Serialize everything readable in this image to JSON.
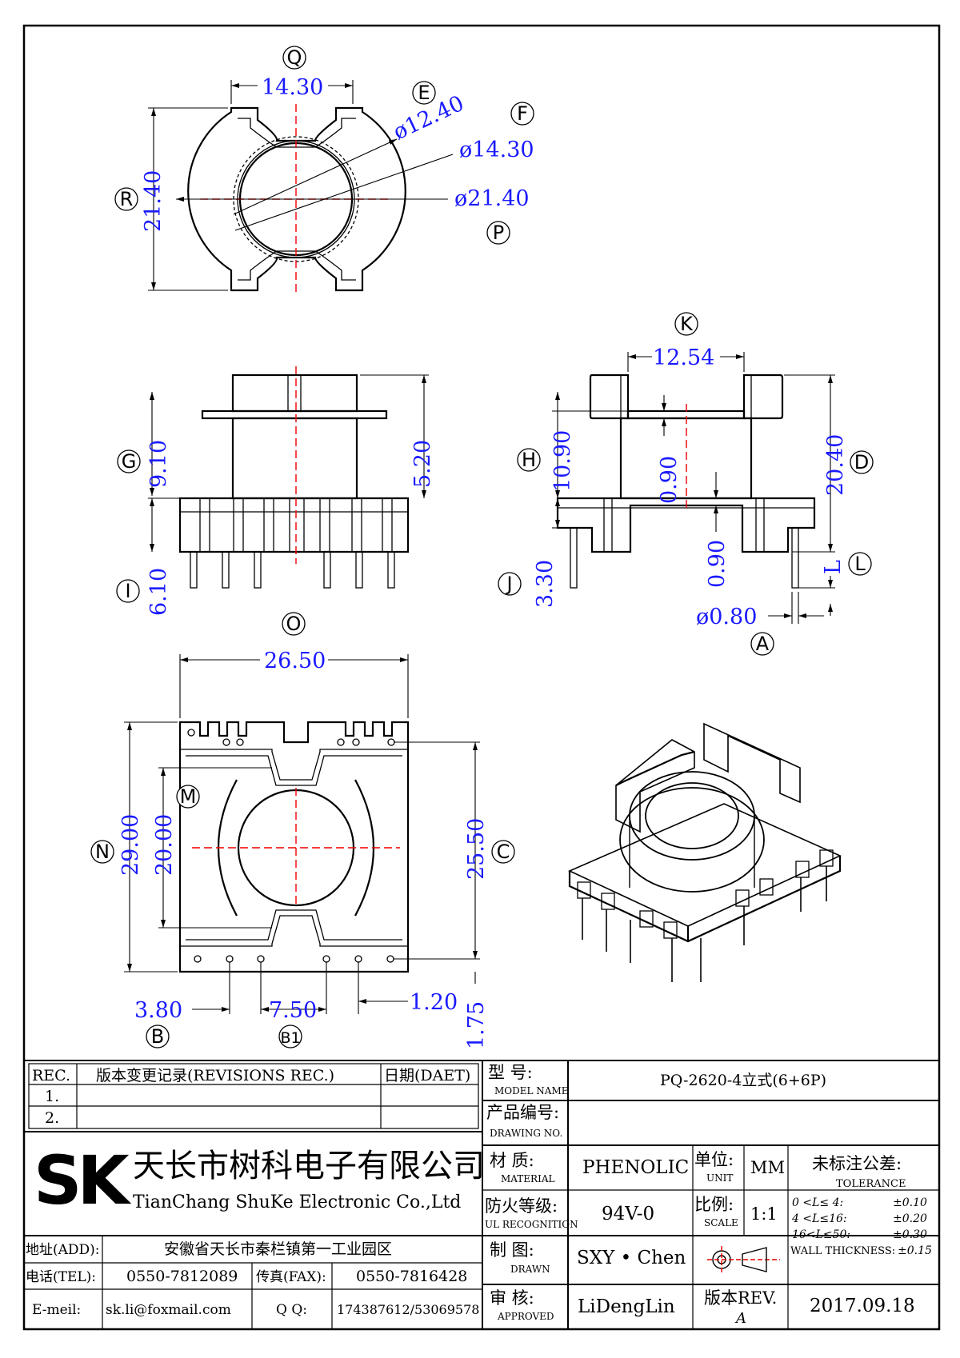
{
  "drawing": {
    "top_view": {
      "width": "14.30",
      "height": "21.40",
      "dia1": "ø12.40",
      "dia2": "ø14.30",
      "dia3": "ø21.40",
      "labels": {
        "q": "Q",
        "e": "E",
        "f": "F",
        "r": "R",
        "p": "P"
      }
    },
    "side_view": {
      "d1": "9.10",
      "d2": "5.20",
      "d3": "6.10",
      "labels": {
        "g": "G",
        "i": "I"
      }
    },
    "front_view": {
      "width": "12.54",
      "d1": "10.90",
      "d2": "0.90",
      "d3": "20.40",
      "d4": "3.30",
      "d5": "0.90",
      "d6": "L",
      "pin": "ø0.80",
      "labels": {
        "k": "K",
        "h": "H",
        "d": "D",
        "j": "J",
        "l": "L",
        "a": "A"
      }
    },
    "bottom_view": {
      "width": "26.50",
      "h1": "29.00",
      "h2": "20.00",
      "h3": "25.50",
      "p1": "3.80",
      "p2": "7.50",
      "p3": "1.20",
      "p4": "1.75",
      "labels": {
        "o": "O",
        "m": "M",
        "n": "N",
        "c": "C",
        "b": "B",
        "b1": "B1"
      }
    }
  },
  "title_block": {
    "rev_header": {
      "rec": "REC.",
      "desc": "版本变更记录(REVISIONS REC.)",
      "date": "日期(DAET)"
    },
    "rev_rows": [
      "1.",
      "2."
    ],
    "company_cn": "天长市树科电子有限公司",
    "company_en": "TianChang ShuKe Electronic Co.,Ltd",
    "logo": "SK",
    "address_label": "地址(ADD):",
    "address": "安徽省天长市秦栏镇第一工业园区",
    "tel_label": "电话(TEL):",
    "tel": "0550-7812089",
    "fax_label": "传真(FAX):",
    "fax": "0550-7816428",
    "email_label": "E-meil:",
    "email": "sk.li@foxmail.com",
    "qq_label": "Q Q:",
    "qq": "174387612/53069578",
    "model_cn": "型    号:",
    "model_en": "MODEL NAME",
    "model": "PQ-2620-4立式(6+6P)",
    "drawing_no_cn": "产品编号:",
    "drawing_no_en": "DRAWING NO.",
    "drawing_no": "",
    "material_cn": "材    质:",
    "material_en": "MATERIAL",
    "material": "PHENOLIC",
    "unit_cn": "单位:",
    "unit_en": "UNIT",
    "unit": "MM",
    "fire_cn": "防火等级:",
    "fire_en": "UL RECOGNITION",
    "fire": "94V-0",
    "scale_cn": "比例:",
    "scale_en": "SCALE",
    "scale": "1:1",
    "drawn_cn": "制    图:",
    "drawn_en": "DRAWN",
    "drawn": "SXY • Chen",
    "approved_cn": "审    核:",
    "approved_en": "APPROVED",
    "approved": "LiDengLin",
    "rev_cn": "版本REV.",
    "rev": "A",
    "date": "2017.09.18",
    "tol_title": "未标注公差:",
    "tol_en": "TOLERANCE",
    "tol_rows": [
      {
        "range": "0  <L≤ 4:",
        "val": "±0.10"
      },
      {
        "range": "4  <L≤16:",
        "val": "±0.20"
      },
      {
        "range": "16<L≤50:",
        "val": "±0.30"
      },
      {
        "range": "WALL THICKNESS:",
        "val": "±0.15"
      }
    ]
  }
}
